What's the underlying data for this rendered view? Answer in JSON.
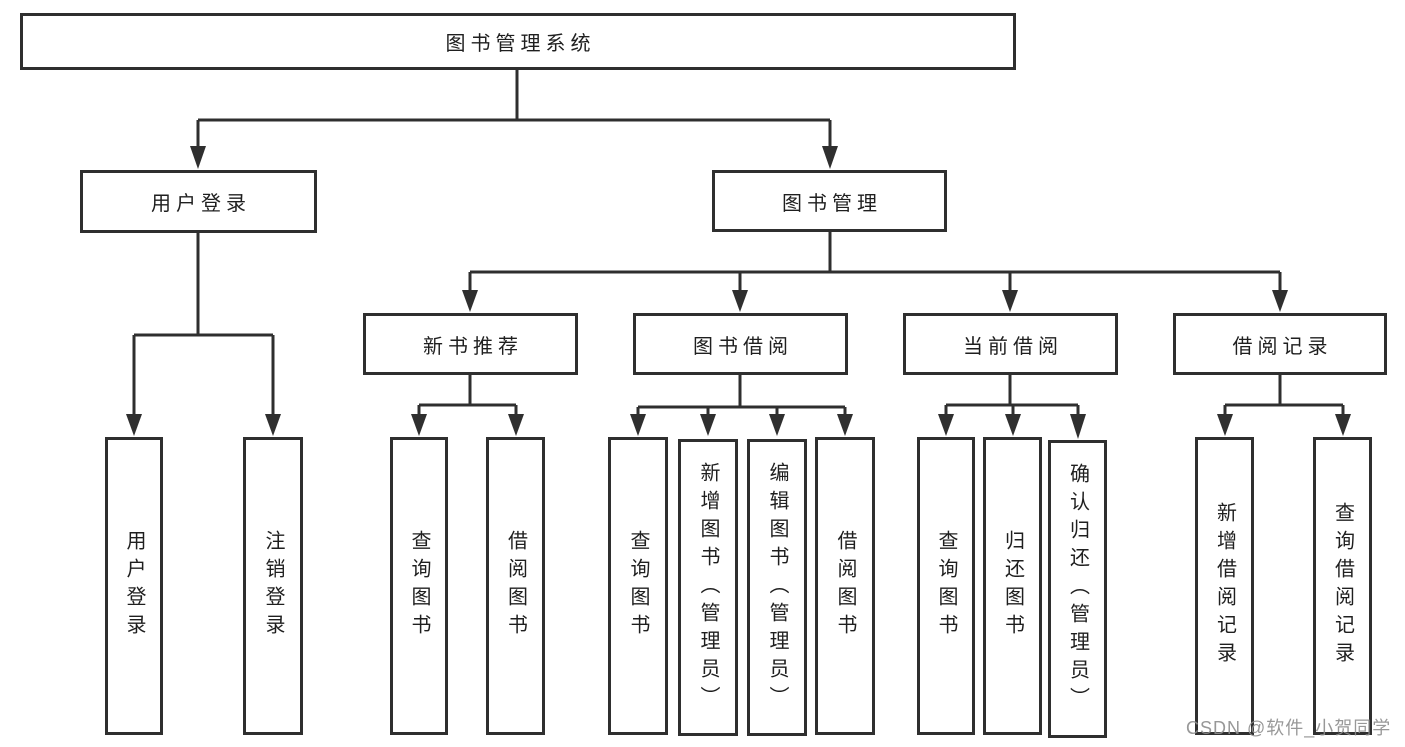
{
  "diagram": {
    "root": {
      "label": "图书管理系统"
    },
    "level2": [
      {
        "label": "用户登录",
        "children": [
          {
            "label": "用户登录"
          },
          {
            "label": "注销登录"
          }
        ]
      },
      {
        "label": "图书管理",
        "children": [
          {
            "label": "新书推荐",
            "children": [
              {
                "label": "查询图书"
              },
              {
                "label": "借阅图书"
              }
            ]
          },
          {
            "label": "图书借阅",
            "children": [
              {
                "label": "查询图书"
              },
              {
                "label": "新增图书（管理员）"
              },
              {
                "label": "编辑图书（管理员）"
              },
              {
                "label": "借阅图书"
              }
            ]
          },
          {
            "label": "当前借阅",
            "children": [
              {
                "label": "查询图书"
              },
              {
                "label": "归还图书"
              },
              {
                "label": "确认归还（管理员）"
              }
            ]
          },
          {
            "label": "借阅记录",
            "children": [
              {
                "label": "新增借阅记录"
              },
              {
                "label": "查询借阅记录"
              }
            ]
          }
        ]
      }
    ]
  },
  "watermark": {
    "text": "CSDN @软件_小贺同学",
    "color": "#8d8d8d"
  },
  "colors": {
    "line": "#2f2f2f",
    "border": "#2f2f2f",
    "text": "#1f1f1f",
    "background": "#ffffff"
  }
}
